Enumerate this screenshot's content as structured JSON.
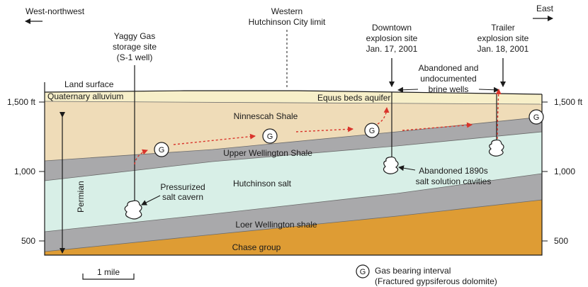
{
  "colors": {
    "land_surface_band": "#f7efc9",
    "ninnescah_shale": "#efdcb8",
    "wellington_shale": "#a9a9ab",
    "hutchinson_salt": "#d8efe7",
    "chase_group": "#de9c34",
    "gas_arrow": "#d9342b",
    "line": "#1a1a1a"
  },
  "directions": {
    "west": "West-northwest",
    "east": "East"
  },
  "labels": {
    "yaggy": [
      "Yaggy Gas",
      "storage site",
      "(S-1 well)"
    ],
    "western_limit": [
      "Western",
      "Hutchinson City limit"
    ],
    "downtown": [
      "Downtown",
      "explosion site",
      "Jan. 17, 2001"
    ],
    "trailer": [
      "Trailer",
      "explosion site",
      "Jan. 18, 2001"
    ],
    "abandoned_wells": [
      "Abandoned and",
      "undocumented",
      "brine wells"
    ],
    "land_surface": "Land surface",
    "quaternary": "Quaternary alluvium",
    "equus": "Equus beds aquifer",
    "ninnescah": "Ninnescah Shale",
    "upper_wellington": "Upper Wellington Shale",
    "hutchinson_salt": "Hutchinson salt",
    "lower_wellington": "Loer Wellington shale",
    "chase": "Chase group",
    "permian": "Permian",
    "cavern": [
      "Pressurized",
      "salt cavern"
    ],
    "cavities": [
      "Abandoned 1890s",
      "salt solution cavities"
    ]
  },
  "depth_scale": {
    "ticks": [
      "1,500 ft",
      "1,000",
      "500"
    ]
  },
  "legend": {
    "symbol": "G",
    "lines": [
      "Gas bearing interval",
      "(Fractured gypsiferous dolomite)"
    ],
    "scale_bar": "1 mile"
  }
}
